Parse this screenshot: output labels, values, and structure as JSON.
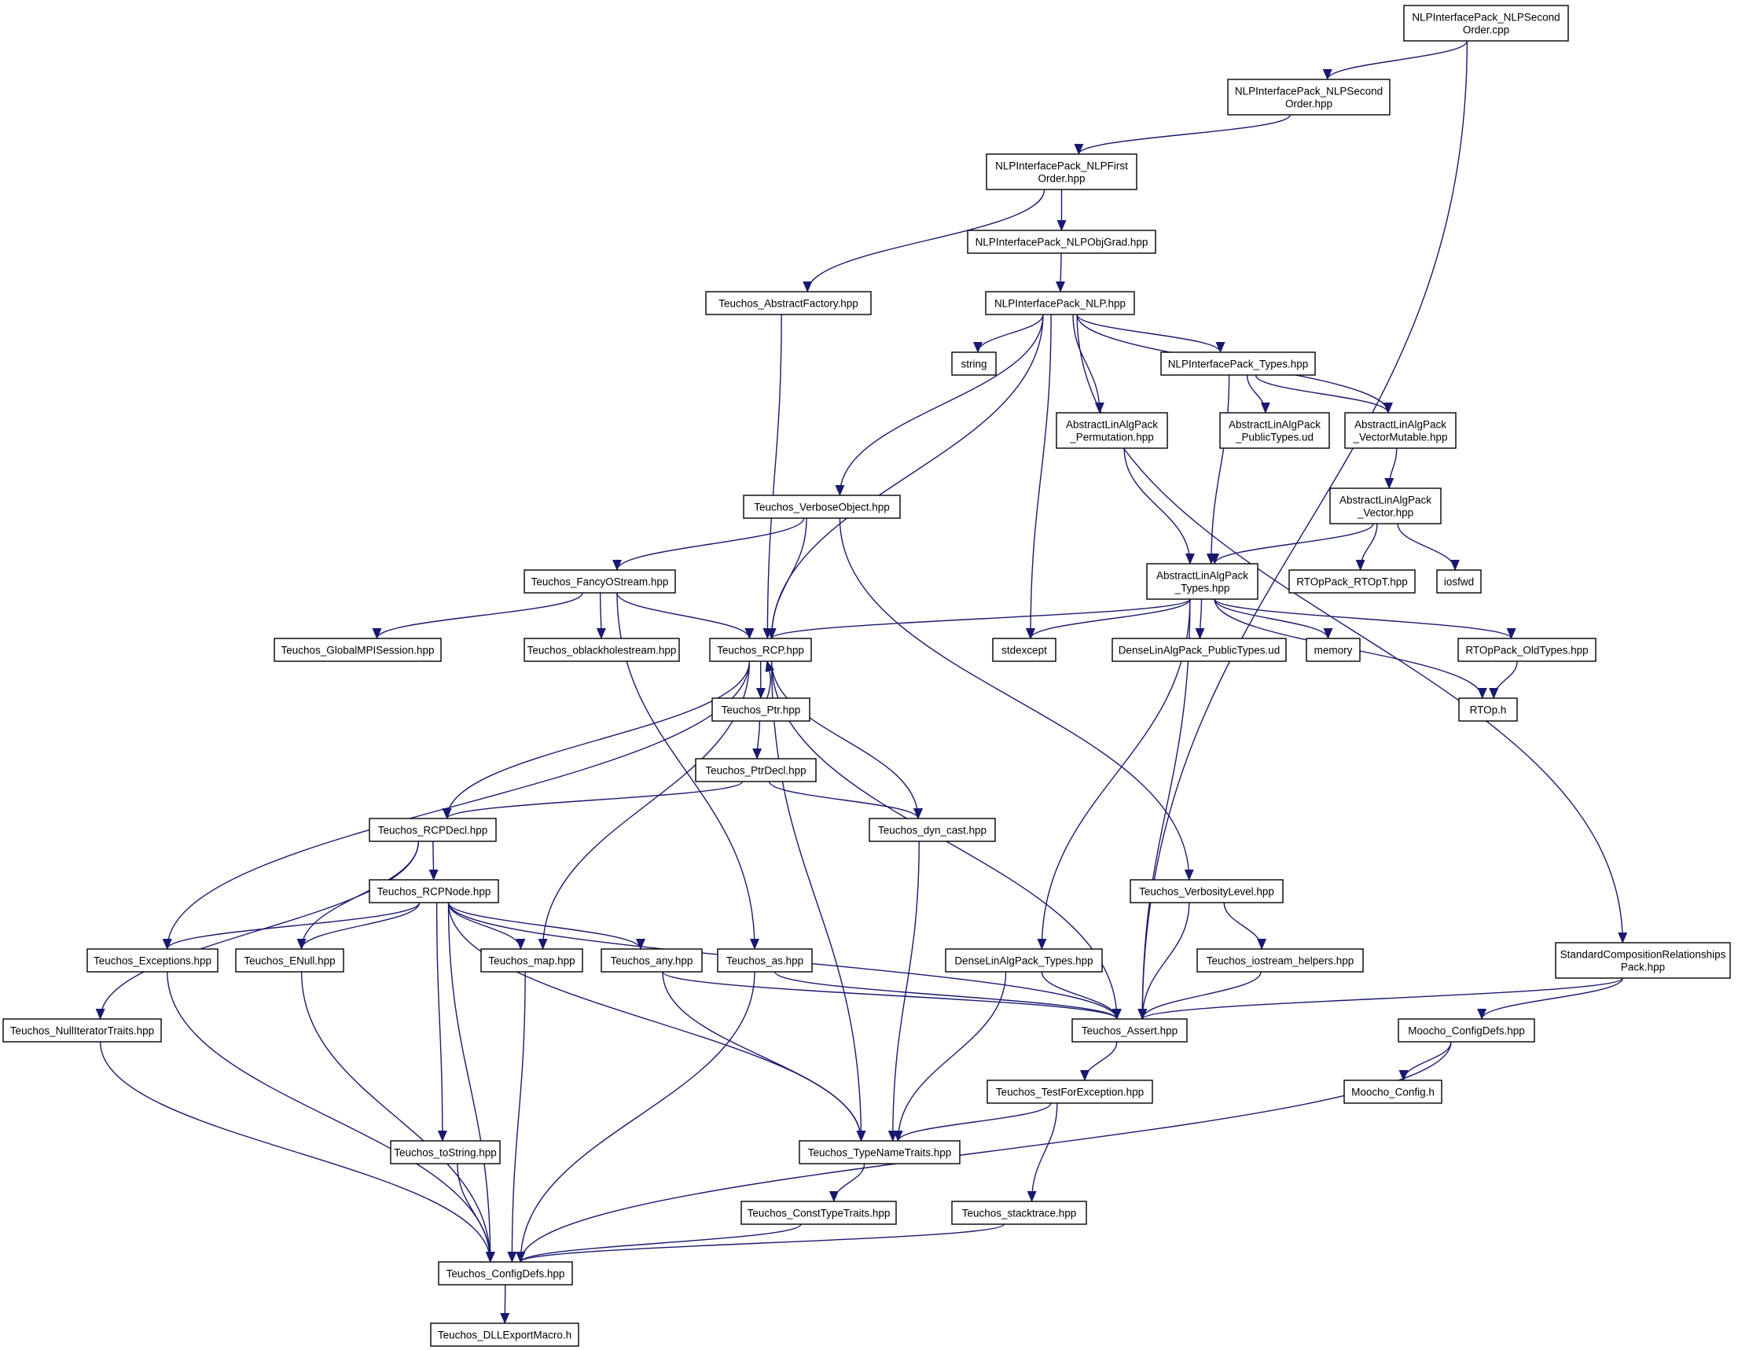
{
  "colors": {
    "edge": "#191970",
    "node_border": "#000000",
    "root_fill": "#bfbfbf",
    "external_border": "#bfbfbf",
    "truncated_border": "#ff0000",
    "background": "#ffffff"
  },
  "nodes": [
    {
      "id": "n0",
      "lines": [
        "NLPInterfacePack_NLPSecond",
        "Order.cpp"
      ],
      "kind": "root"
    },
    {
      "id": "n1",
      "lines": [
        "NLPInterfacePack_NLPSecond",
        "Order.hpp"
      ],
      "kind": "normal"
    },
    {
      "id": "n2",
      "lines": [
        "NLPInterfacePack_NLPFirst",
        "Order.hpp"
      ],
      "kind": "normal"
    },
    {
      "id": "n3",
      "lines": [
        "NLPInterfacePack_NLPObjGrad.hpp"
      ],
      "kind": "normal"
    },
    {
      "id": "n4",
      "lines": [
        "Teuchos_AbstractFactory.hpp"
      ],
      "kind": "normal"
    },
    {
      "id": "n5",
      "lines": [
        "NLPInterfacePack_NLP.hpp"
      ],
      "kind": "normal"
    },
    {
      "id": "n6",
      "lines": [
        "string"
      ],
      "kind": "external"
    },
    {
      "id": "n7",
      "lines": [
        "NLPInterfacePack_Types.hpp"
      ],
      "kind": "normal"
    },
    {
      "id": "n8",
      "lines": [
        "AbstractLinAlgPack",
        "_Permutation.hpp"
      ],
      "kind": "normal"
    },
    {
      "id": "n9",
      "lines": [
        "AbstractLinAlgPack",
        "_PublicTypes.ud"
      ],
      "kind": "external"
    },
    {
      "id": "n10",
      "lines": [
        "AbstractLinAlgPack",
        "_VectorMutable.hpp"
      ],
      "kind": "normal"
    },
    {
      "id": "n11",
      "lines": [
        "AbstractLinAlgPack",
        "_Vector.hpp"
      ],
      "kind": "normal"
    },
    {
      "id": "n12",
      "lines": [
        "Teuchos_VerboseObject.hpp"
      ],
      "kind": "normal"
    },
    {
      "id": "n13",
      "lines": [
        "Teuchos_FancyOStream.hpp"
      ],
      "kind": "normal"
    },
    {
      "id": "n14",
      "lines": [
        "AbstractLinAlgPack",
        "_Types.hpp"
      ],
      "kind": "normal"
    },
    {
      "id": "n15",
      "lines": [
        "RTOpPack_RTOpT.hpp"
      ],
      "kind": "external"
    },
    {
      "id": "n16",
      "lines": [
        "iosfwd"
      ],
      "kind": "external"
    },
    {
      "id": "n17",
      "lines": [
        "Teuchos_GlobalMPISession.hpp"
      ],
      "kind": "truncated"
    },
    {
      "id": "n18",
      "lines": [
        "Teuchos_oblackholestream.hpp"
      ],
      "kind": "truncated"
    },
    {
      "id": "n19",
      "lines": [
        "Teuchos_RCP.hpp"
      ],
      "kind": "normal"
    },
    {
      "id": "n20",
      "lines": [
        "stdexcept"
      ],
      "kind": "external"
    },
    {
      "id": "n21",
      "lines": [
        "DenseLinAlgPack_PublicTypes.ud"
      ],
      "kind": "external"
    },
    {
      "id": "n22",
      "lines": [
        "memory"
      ],
      "kind": "external"
    },
    {
      "id": "n23",
      "lines": [
        "RTOpPack_OldTypes.hpp"
      ],
      "kind": "truncated"
    },
    {
      "id": "n24",
      "lines": [
        "RTOp.h"
      ],
      "kind": "truncated"
    },
    {
      "id": "n25",
      "lines": [
        "Teuchos_Ptr.hpp"
      ],
      "kind": "normal"
    },
    {
      "id": "n26",
      "lines": [
        "Teuchos_PtrDecl.hpp"
      ],
      "kind": "normal"
    },
    {
      "id": "n27",
      "lines": [
        "Teuchos_RCPDecl.hpp"
      ],
      "kind": "normal"
    },
    {
      "id": "n28",
      "lines": [
        "Teuchos_dyn_cast.hpp"
      ],
      "kind": "normal"
    },
    {
      "id": "n29",
      "lines": [
        "Teuchos_VerbosityLevel.hpp"
      ],
      "kind": "normal"
    },
    {
      "id": "n30",
      "lines": [
        "Teuchos_RCPNode.hpp"
      ],
      "kind": "truncated"
    },
    {
      "id": "n31",
      "lines": [
        "Teuchos_Exceptions.hpp"
      ],
      "kind": "normal"
    },
    {
      "id": "n32",
      "lines": [
        "Teuchos_ENull.hpp"
      ],
      "kind": "normal"
    },
    {
      "id": "n33",
      "lines": [
        "Teuchos_map.hpp"
      ],
      "kind": "normal"
    },
    {
      "id": "n34",
      "lines": [
        "Teuchos_any.hpp"
      ],
      "kind": "normal"
    },
    {
      "id": "n35",
      "lines": [
        "Teuchos_as.hpp"
      ],
      "kind": "normal"
    },
    {
      "id": "n36",
      "lines": [
        "DenseLinAlgPack_Types.hpp"
      ],
      "kind": "truncated"
    },
    {
      "id": "n37",
      "lines": [
        "Teuchos_iostream_helpers.hpp"
      ],
      "kind": "normal"
    },
    {
      "id": "n38",
      "lines": [
        "StandardCompositionRelationships",
        "Pack.hpp"
      ],
      "kind": "normal"
    },
    {
      "id": "n39",
      "lines": [
        "Teuchos_NullIteratorTraits.hpp"
      ],
      "kind": "normal"
    },
    {
      "id": "n40",
      "lines": [
        "Teuchos_Assert.hpp"
      ],
      "kind": "normal"
    },
    {
      "id": "n41",
      "lines": [
        "Moocho_ConfigDefs.hpp"
      ],
      "kind": "normal"
    },
    {
      "id": "n42",
      "lines": [
        "Teuchos_TestForException.hpp"
      ],
      "kind": "normal"
    },
    {
      "id": "n43",
      "lines": [
        "Moocho_Config.h"
      ],
      "kind": "external"
    },
    {
      "id": "n44",
      "lines": [
        "Teuchos_toString.hpp"
      ],
      "kind": "normal"
    },
    {
      "id": "n45",
      "lines": [
        "Teuchos_TypeNameTraits.hpp"
      ],
      "kind": "normal"
    },
    {
      "id": "n46",
      "lines": [
        "Teuchos_ConstTypeTraits.hpp"
      ],
      "kind": "normal"
    },
    {
      "id": "n47",
      "lines": [
        "Teuchos_stacktrace.hpp"
      ],
      "kind": "normal"
    },
    {
      "id": "n48",
      "lines": [
        "Teuchos_ConfigDefs.hpp"
      ],
      "kind": "normal"
    },
    {
      "id": "n49",
      "lines": [
        "Teuchos_DLLExportMacro.h"
      ],
      "kind": "normal"
    }
  ],
  "edges": [
    [
      "n0",
      "n1"
    ],
    [
      "n0",
      "n40"
    ],
    [
      "n1",
      "n2"
    ],
    [
      "n2",
      "n3"
    ],
    [
      "n2",
      "n4"
    ],
    [
      "n3",
      "n5"
    ],
    [
      "n4",
      "n19"
    ],
    [
      "n5",
      "n6"
    ],
    [
      "n5",
      "n7"
    ],
    [
      "n5",
      "n8"
    ],
    [
      "n5",
      "n10"
    ],
    [
      "n5",
      "n12"
    ],
    [
      "n5",
      "n19"
    ],
    [
      "n5",
      "n20"
    ],
    [
      "n5",
      "n38"
    ],
    [
      "n7",
      "n9"
    ],
    [
      "n7",
      "n10"
    ],
    [
      "n7",
      "n14"
    ],
    [
      "n8",
      "n14"
    ],
    [
      "n10",
      "n11"
    ],
    [
      "n11",
      "n14"
    ],
    [
      "n11",
      "n15"
    ],
    [
      "n11",
      "n16"
    ],
    [
      "n12",
      "n13"
    ],
    [
      "n12",
      "n19"
    ],
    [
      "n12",
      "n29"
    ],
    [
      "n13",
      "n17"
    ],
    [
      "n13",
      "n18"
    ],
    [
      "n13",
      "n19"
    ],
    [
      "n13",
      "n35"
    ],
    [
      "n14",
      "n19"
    ],
    [
      "n14",
      "n20"
    ],
    [
      "n14",
      "n21"
    ],
    [
      "n14",
      "n22"
    ],
    [
      "n14",
      "n23"
    ],
    [
      "n14",
      "n24"
    ],
    [
      "n14",
      "n36"
    ],
    [
      "n14",
      "n40"
    ],
    [
      "n23",
      "n24"
    ],
    [
      "n19",
      "n25"
    ],
    [
      "n19",
      "n27"
    ],
    [
      "n19",
      "n28"
    ],
    [
      "n19",
      "n31"
    ],
    [
      "n19",
      "n33"
    ],
    [
      "n19",
      "n40"
    ],
    [
      "n19",
      "n45"
    ],
    [
      "n25",
      "n19"
    ],
    [
      "n25",
      "n26"
    ],
    [
      "n26",
      "n27"
    ],
    [
      "n26",
      "n28"
    ],
    [
      "n27",
      "n30"
    ],
    [
      "n27",
      "n32"
    ],
    [
      "n27",
      "n39"
    ],
    [
      "n28",
      "n45"
    ],
    [
      "n29",
      "n37"
    ],
    [
      "n29",
      "n40"
    ],
    [
      "n30",
      "n31"
    ],
    [
      "n30",
      "n32"
    ],
    [
      "n30",
      "n33"
    ],
    [
      "n30",
      "n34"
    ],
    [
      "n30",
      "n40"
    ],
    [
      "n30",
      "n44"
    ],
    [
      "n30",
      "n45"
    ],
    [
      "n30",
      "n48"
    ],
    [
      "n31",
      "n48"
    ],
    [
      "n32",
      "n48"
    ],
    [
      "n33",
      "n48"
    ],
    [
      "n34",
      "n40"
    ],
    [
      "n34",
      "n45"
    ],
    [
      "n35",
      "n40"
    ],
    [
      "n35",
      "n48"
    ],
    [
      "n36",
      "n40"
    ],
    [
      "n36",
      "n45"
    ],
    [
      "n37",
      "n40"
    ],
    [
      "n38",
      "n40"
    ],
    [
      "n38",
      "n41"
    ],
    [
      "n39",
      "n48"
    ],
    [
      "n40",
      "n42"
    ],
    [
      "n41",
      "n43"
    ],
    [
      "n41",
      "n48"
    ],
    [
      "n42",
      "n45"
    ],
    [
      "n42",
      "n47"
    ],
    [
      "n44",
      "n48"
    ],
    [
      "n45",
      "n46"
    ],
    [
      "n46",
      "n48"
    ],
    [
      "n47",
      "n48"
    ],
    [
      "n48",
      "n49"
    ]
  ]
}
